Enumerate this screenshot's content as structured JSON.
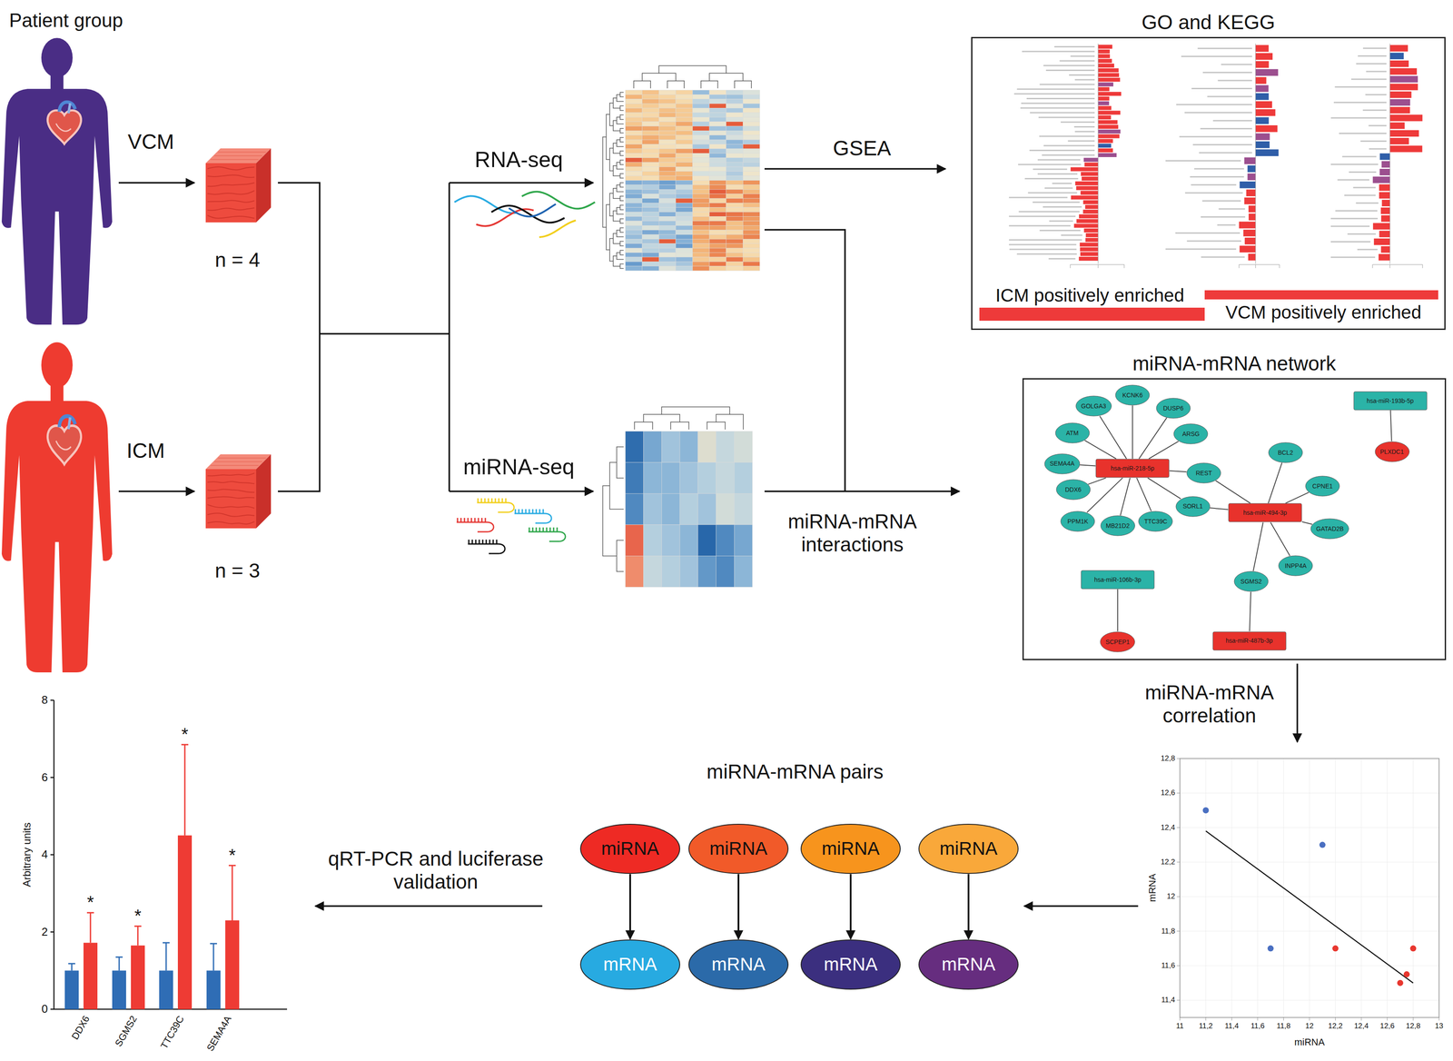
{
  "diagram": {
    "nodes": [
      {
        "text": [
          "GO and KEGG"
        ]
      },
      {
        "text": [
          "miRNA-mRNA network"
        ]
      },
      {
        "text": [
          "hsa-miR-218-5p"
        ],
        "in": 1
      },
      {
        "text": [
          "GOLGA3"
        ],
        "in": 1
      },
      {
        "text": [
          "KCNK6"
        ],
        "in": 1
      },
      {
        "text": [
          "DUSP6"
        ],
        "in": 1
      },
      {
        "text": [
          "ARSG"
        ],
        "in": 1
      },
      {
        "text": [
          "ATM"
        ],
        "in": 1
      },
      {
        "text": [
          "SEMA4A"
        ],
        "in": 1
      },
      {
        "text": [
          "DDX6"
        ],
        "in": 1
      },
      {
        "text": [
          "PPM1K"
        ],
        "in": 1
      },
      {
        "text": [
          "MB21D2"
        ],
        "in": 1
      },
      {
        "text": [
          "TTC39C"
        ],
        "in": 1
      },
      {
        "text": [
          "REST"
        ],
        "in": 1
      },
      {
        "text": [
          "SORL1"
        ],
        "in": 1
      },
      {
        "text": [
          "hsa-miR-494-3p"
        ],
        "in": 1
      },
      {
        "text": [
          "BCL2"
        ],
        "in": 1
      },
      {
        "text": [
          "CPNE1"
        ],
        "in": 1
      },
      {
        "text": [
          "GATAD2B"
        ],
        "in": 1
      },
      {
        "text": [
          "INPP4A"
        ],
        "in": 1
      },
      {
        "text": [
          "SGMS2"
        ],
        "in": 1
      },
      {
        "text": [
          "hsa-miR-193b-5p"
        ],
        "in": 1
      },
      {
        "text": [
          "PLXDC1"
        ],
        "in": 1
      },
      {
        "text": [
          "hsa-miR-106b-3p"
        ],
        "in": 1
      },
      {
        "text": [
          "SCPEP1"
        ],
        "in": 1
      },
      {
        "text": [
          "hsa-miR-487b-3p"
        ],
        "in": 1
      },
      {
        "text": [
          "miRNA"
        ]
      },
      {
        "text": [
          "miRNA"
        ]
      },
      {
        "text": [
          "miRNA"
        ]
      },
      {
        "text": [
          "miRNA"
        ]
      },
      {
        "text": [
          "mRNA"
        ]
      },
      {
        "text": [
          "mRNA"
        ]
      },
      {
        "text": [
          "mRNA"
        ]
      },
      {
        "text": [
          "mRNA"
        ]
      }
    ],
    "edges": [
      {
        "from": 2,
        "to": 3,
        "arrow": "none"
      },
      {
        "from": 2,
        "to": 4,
        "arrow": "none"
      },
      {
        "from": 2,
        "to": 5,
        "arrow": "none"
      },
      {
        "from": 2,
        "to": 6,
        "arrow": "none"
      },
      {
        "from": 2,
        "to": 7,
        "arrow": "none"
      },
      {
        "from": 2,
        "to": 8,
        "arrow": "none"
      },
      {
        "from": 2,
        "to": 9,
        "arrow": "none"
      },
      {
        "from": 2,
        "to": 10,
        "arrow": "none"
      },
      {
        "from": 2,
        "to": 11,
        "arrow": "none"
      },
      {
        "from": 2,
        "to": 12,
        "arrow": "none"
      },
      {
        "from": 2,
        "to": 13,
        "arrow": "none"
      },
      {
        "from": 2,
        "to": 14,
        "arrow": "none"
      },
      {
        "from": 15,
        "to": 13,
        "arrow": "none"
      },
      {
        "from": 15,
        "to": 14,
        "arrow": "none"
      },
      {
        "from": 15,
        "to": 16,
        "arrow": "none"
      },
      {
        "from": 15,
        "to": 17,
        "arrow": "none"
      },
      {
        "from": 15,
        "to": 18,
        "arrow": "none"
      },
      {
        "from": 15,
        "to": 19,
        "arrow": "none"
      },
      {
        "from": 15,
        "to": 20,
        "arrow": "none"
      },
      {
        "from": 21,
        "to": 22,
        "arrow": "none"
      },
      {
        "from": 23,
        "to": 24,
        "arrow": "none"
      },
      {
        "from": 25,
        "to": 20,
        "arrow": "none"
      },
      {
        "from": 26,
        "to": 30,
        "arrow": "to"
      },
      {
        "from": 27,
        "to": 31,
        "arrow": "to"
      },
      {
        "from": 28,
        "to": 32,
        "arrow": "to"
      },
      {
        "from": 29,
        "to": 33,
        "arrow": "to"
      }
    ],
    "labels": [
      "Patient group",
      "VCM",
      "n = 4",
      "ICM",
      "n = 3",
      "RNA-seq",
      "miRNA-seq",
      "GSEA",
      "miRNA-mRNA interactions",
      "ICM positively enriched",
      "VCM positively enriched",
      "miRNA-mRNA correlation",
      "miRNA-mRNA pairs",
      "qRT-PCR and luciferase validation",
      "12,8",
      "12,6",
      "12,4",
      "12,2",
      "12",
      "11,8",
      "11,6",
      "11,4",
      "11",
      "11,2",
      "11,4",
      "11,6",
      "11,8",
      "12",
      "12,2",
      "12,4",
      "12,6",
      "12,8",
      "13",
      "mRNA",
      "miRNA",
      "8",
      "6",
      "4",
      "2",
      "0",
      "Arbitrary units",
      "*",
      "*",
      "*",
      "*",
      "DDX6",
      "SGMS2",
      "TTC39C",
      "SEMA4A"
    ]
  }
}
